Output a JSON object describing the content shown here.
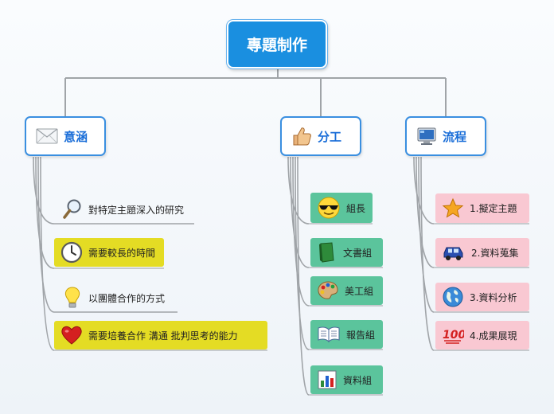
{
  "root": {
    "title": "專題制作"
  },
  "branches": [
    {
      "label": "意涵",
      "icon": "envelope-icon",
      "items": [
        {
          "text": "對特定主題深入的研究",
          "icon": "magnifier-icon",
          "style": "plain"
        },
        {
          "text": "需要較長的時間",
          "icon": "clock-icon",
          "style": "yellow"
        },
        {
          "text": "以團體合作的方式",
          "icon": "lightbulb-icon",
          "style": "plain"
        },
        {
          "text": "需要培養合作 溝通  批判思考的能力",
          "icon": "heart-icon",
          "style": "yellow"
        }
      ]
    },
    {
      "label": "分工",
      "icon": "thumbs-up-icon",
      "items": [
        {
          "text": "組長",
          "icon": "sunglasses-face-icon",
          "style": "green"
        },
        {
          "text": "文書組",
          "icon": "book-icon",
          "style": "green"
        },
        {
          "text": "美工組",
          "icon": "palette-icon",
          "style": "green"
        },
        {
          "text": "報告組",
          "icon": "open-book-icon",
          "style": "green"
        },
        {
          "text": "資料組",
          "icon": "bar-chart-icon",
          "style": "green"
        }
      ]
    },
    {
      "label": "流程",
      "icon": "monitor-icon",
      "items": [
        {
          "text": "1.擬定主題",
          "icon": "star-icon",
          "style": "pink"
        },
        {
          "text": "2.資料蒐集",
          "icon": "car-icon",
          "style": "pink"
        },
        {
          "text": "3.資料分析",
          "icon": "globe-icon",
          "style": "pink"
        },
        {
          "text": "4.成果展現",
          "icon": "hundred-points-icon",
          "style": "pink"
        }
      ]
    }
  ],
  "colors": {
    "root_fill": "#1a8fe0",
    "branch_border": "#3a8fe0",
    "branch_text": "#1a6ed8",
    "connector": "#a0a4a8",
    "yellow_leaf": "#e4dc24",
    "green_leaf": "#5bc49c",
    "pink_leaf": "#f9c8d2"
  }
}
